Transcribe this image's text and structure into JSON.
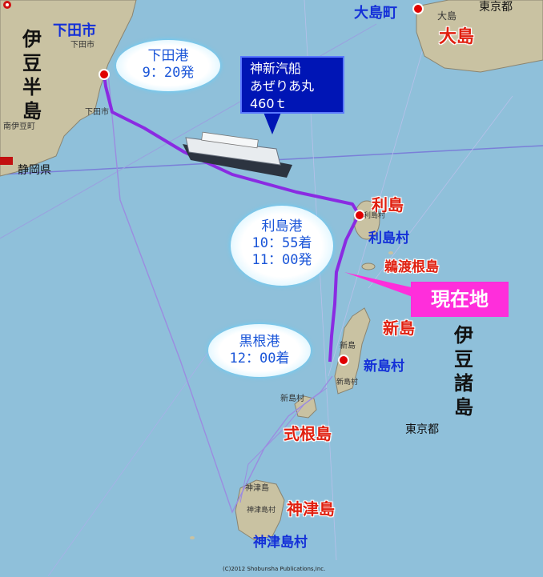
{
  "title_box": {
    "company": "神新汽船",
    "ship": "あぜりあ丸",
    "tonnage": "460ｔ"
  },
  "current_location": "現在地",
  "bubbles": {
    "shimoda": {
      "port": "下田港",
      "time": "9：20発"
    },
    "toshima": {
      "port": "利島港",
      "arrive": "10：55着",
      "depart": "11：00発"
    },
    "kurone": {
      "port": "黒根港",
      "time": "12：00着"
    }
  },
  "labels": {
    "izu_hanto": [
      "伊",
      "豆",
      "半",
      "島"
    ],
    "izu_shoto": [
      "伊",
      "豆",
      "諸",
      "島"
    ],
    "shimoda_city": "下田市",
    "shimoda_small": "下田市",
    "shimoda_small2": "下田市",
    "minamiizu": "南伊豆町",
    "shizuoka": "静岡県",
    "oshima_town": "大島町",
    "oshima": "大島",
    "oshima_small": "大島",
    "tokyo_top": "東京都",
    "tokyo_mid": "東京都",
    "toshima": "利島",
    "toshima_village": "利島村",
    "toshima_small": "利島村",
    "udoneshima": "鵜渡根島",
    "niijima": "新島",
    "niijima_village": "新島村",
    "niijima_small1": "新島",
    "niijima_small2": "新島村",
    "niijima_small3": "新島村",
    "shikinejima": "式根島",
    "kozushima": "神津島",
    "kozushima_village": "神津島村",
    "kozushima_small1": "神津島",
    "kozushima_small2": "神津島村",
    "copyright": "(C)2012 Shobunsha Publications,Inc."
  },
  "colors": {
    "route": "#8a2be2",
    "sea": "#8fc0da",
    "land": "#c9c2a2",
    "current_location_bg": "#ff2edb",
    "ship_box_bg": "#0015b5"
  },
  "icons": [
    "ship-image",
    "port-dot-icon",
    "road-sign-icon"
  ]
}
